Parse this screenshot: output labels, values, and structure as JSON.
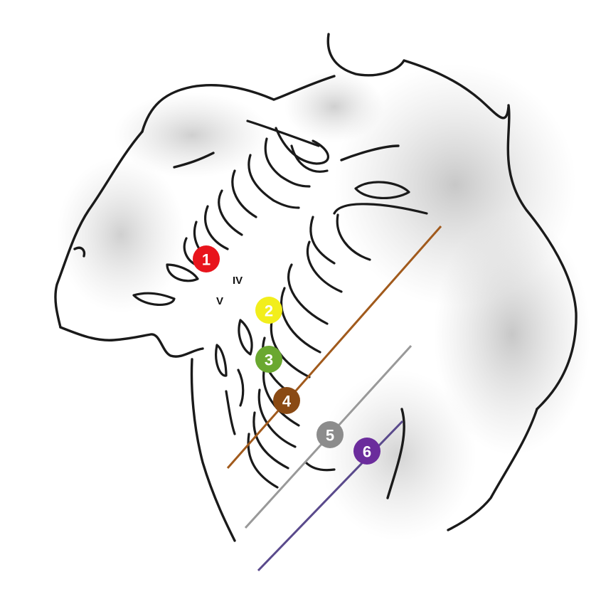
{
  "intercostal_labels": {
    "fourth": "IV",
    "fifth": "V"
  },
  "leads": [
    {
      "number": "1",
      "color": "#e8141c",
      "text_color": "#ffffff"
    },
    {
      "number": "2",
      "color": "#f2ee1c",
      "text_color": "#ffffff"
    },
    {
      "number": "3",
      "color": "#6aa830",
      "text_color": "#ffffff"
    },
    {
      "number": "4",
      "color": "#8a4a14",
      "text_color": "#ffffff"
    },
    {
      "number": "5",
      "color": "#8c8c8c",
      "text_color": "#ffffff"
    },
    {
      "number": "6",
      "color": "#6b2c9c",
      "text_color": "#ffffff"
    }
  ],
  "reference_lines": [
    {
      "color": "#a15a1c"
    },
    {
      "color": "#999999"
    },
    {
      "color": "#5a4a8c"
    }
  ]
}
